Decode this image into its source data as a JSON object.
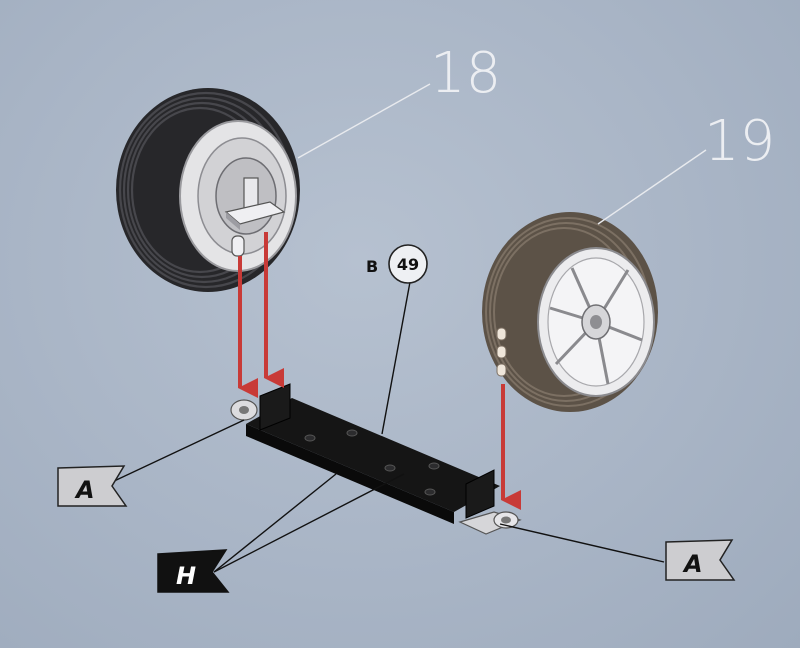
{
  "callouts": {
    "wheel_left": "18",
    "wheel_right": "19"
  },
  "part_ref": {
    "letter": "B",
    "number": "49"
  },
  "flags": {
    "left_a": "A",
    "right_a": "A",
    "h": "H"
  },
  "colors": {
    "arrow": "#c83a37",
    "tire": "#2a2a2c",
    "tire_right": "#5a5046",
    "rim": "#e6e6e6",
    "axle": "#141414",
    "flag_light": "#c9c9c9",
    "flag_dark": "#111111"
  }
}
